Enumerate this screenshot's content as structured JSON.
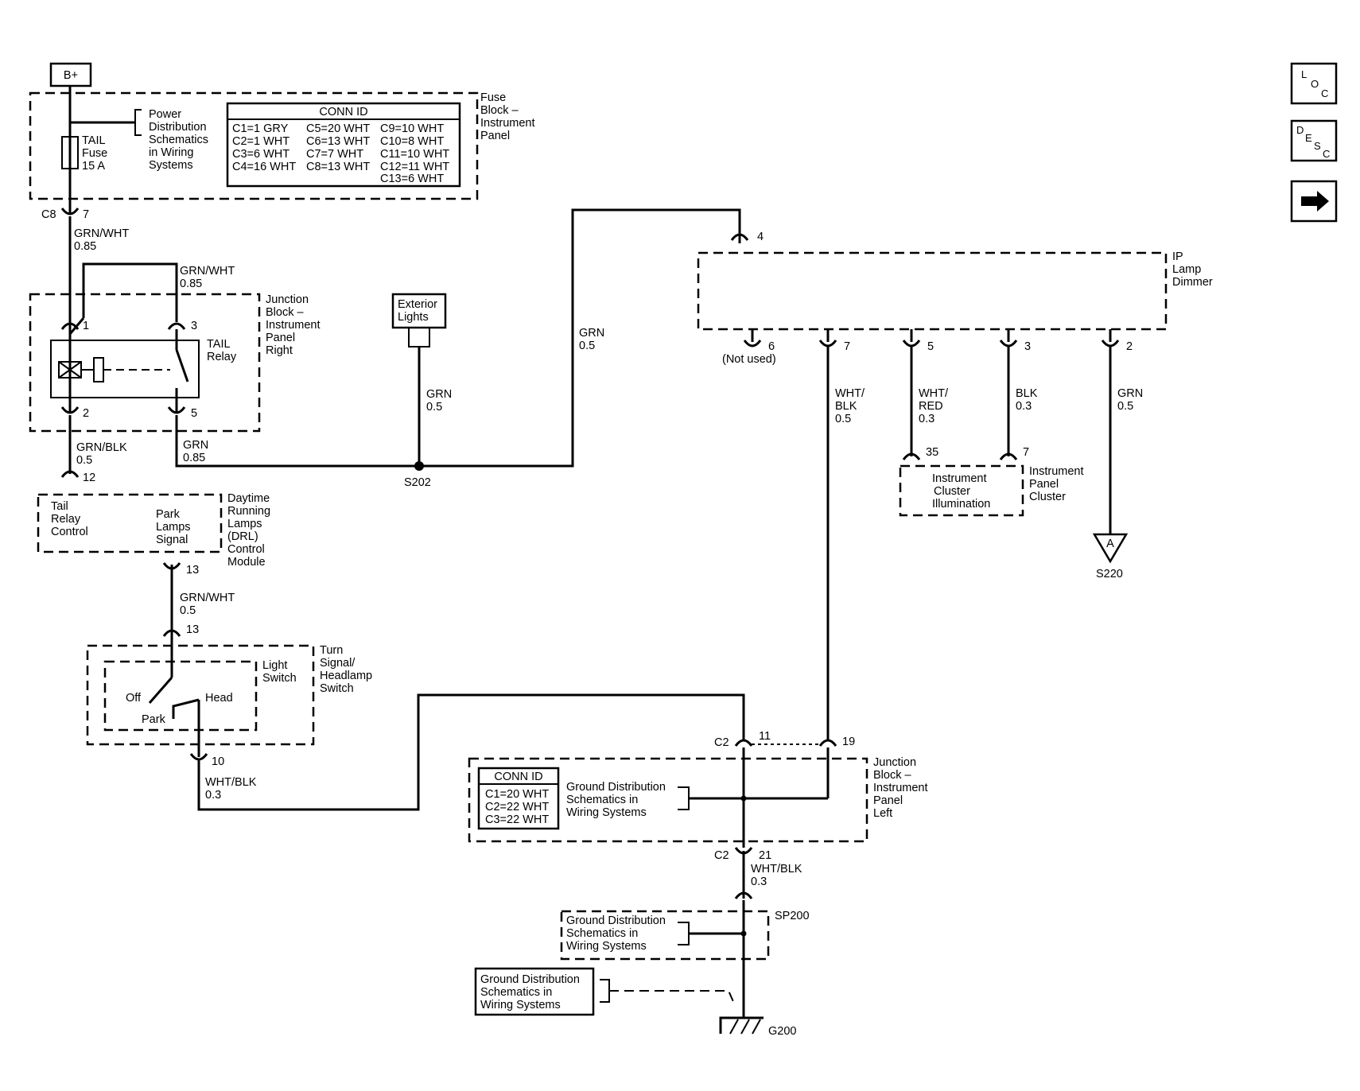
{
  "battery": "B+",
  "fuse_block": {
    "name": [
      "Fuse",
      "Block –",
      "Instrument",
      "Panel"
    ],
    "power_ref": [
      "Power",
      "Distribution",
      "Schematics",
      "in Wiring",
      "Systems"
    ],
    "fuse": [
      "TAIL",
      "Fuse",
      "15 A"
    ],
    "conn_id": {
      "title": "CONN ID",
      "col1": [
        "C1=1 GRY",
        "C2=1 WHT",
        "C3=6 WHT",
        "C4=16 WHT"
      ],
      "col2": [
        "C5=20 WHT",
        "C6=13 WHT",
        "C7=7 WHT",
        "C8=13 WHT"
      ],
      "col3": [
        "C9=10 WHT",
        "C10=8 WHT",
        "C11=10 WHT",
        "C12=11 WHT",
        "C13=6 WHT"
      ]
    },
    "out_conn": "C8",
    "out_pin": "7"
  },
  "wires": {
    "w1": [
      "GRN/WHT",
      "0.85"
    ],
    "w2": [
      "GRN/WHT",
      "0.85"
    ],
    "w3": [
      "GRN/BLK",
      "0.5"
    ],
    "w4": [
      "GRN",
      "0.85"
    ],
    "w5": [
      "GRN",
      "0.5"
    ],
    "w6": [
      "GRN",
      "0.5"
    ],
    "w7": [
      "GRN/WHT",
      "0.5"
    ],
    "w8": [
      "WHT/BLK",
      "0.3"
    ],
    "w9": [
      "WHT/",
      "BLK",
      "0.5"
    ],
    "w10": [
      "WHT/",
      "RED",
      "0.3"
    ],
    "w11": [
      "BLK",
      "0.3"
    ],
    "w12": [
      "GRN",
      "0.5"
    ],
    "w13": [
      "WHT/BLK",
      "0.3"
    ]
  },
  "junction_right": {
    "name": [
      "Junction",
      "Block –",
      "Instrument",
      "Panel",
      "Right"
    ],
    "relay": [
      "TAIL",
      "Relay"
    ],
    "pins": [
      "1",
      "3",
      "2",
      "5"
    ]
  },
  "exterior": [
    "Exterior",
    "Lights"
  ],
  "splice_s202": "S202",
  "drl": {
    "name": [
      "Daytime",
      "Running",
      "Lamps",
      "(DRL)",
      "Control",
      "Module"
    ],
    "left": [
      "Tail",
      "Relay",
      "Control"
    ],
    "right": [
      "Park",
      "Lamps",
      "Signal"
    ],
    "pin_top": "12",
    "pin_bottom": "13"
  },
  "switch": {
    "pin_top": "13",
    "name": [
      "Turn",
      "Signal/",
      "Headlamp",
      "Switch"
    ],
    "light": [
      "Light",
      "Switch"
    ],
    "off": "Off",
    "park": "Park",
    "head": "Head",
    "pin_bottom": "10"
  },
  "dimmer": {
    "name": [
      "IP",
      "Lamp",
      "Dimmer"
    ],
    "pin_in": "4",
    "pins": [
      "6",
      "7",
      "5",
      "3",
      "2"
    ],
    "not_used": "(Not used)"
  },
  "cluster": {
    "name": [
      "Instrument",
      "Panel",
      "Cluster"
    ],
    "inner": [
      "Instrument",
      "Cluster",
      "Illumination"
    ],
    "pins": [
      "35",
      "7"
    ]
  },
  "s220": {
    "letter": "A",
    "label": "S220"
  },
  "junction_left": {
    "name": [
      "Junction",
      "Block –",
      "Instrument",
      "Panel",
      "Left"
    ],
    "conn_id": {
      "title": "CONN ID",
      "rows": [
        "C1=20 WHT",
        "C2=22 WHT",
        "C3=22 WHT"
      ]
    },
    "ground_ref": [
      "Ground Distribution",
      "Schematics in",
      "Wiring Systems"
    ],
    "c2_top": "C2",
    "pin_11": "11",
    "pin_19": "19",
    "c2_bottom": "C2",
    "pin_21": "21"
  },
  "sp200": {
    "label": "SP200",
    "ground_ref": [
      "Ground Distribution",
      "Schematics in",
      "Wiring Systems"
    ]
  },
  "ground_box": [
    "Ground Distribution",
    "Schematics in",
    "Wiring Systems"
  ],
  "g200": "G200",
  "nav": {
    "loc": [
      "L",
      "O",
      "C"
    ],
    "desc": [
      "D",
      "E",
      "S",
      "C"
    ]
  }
}
